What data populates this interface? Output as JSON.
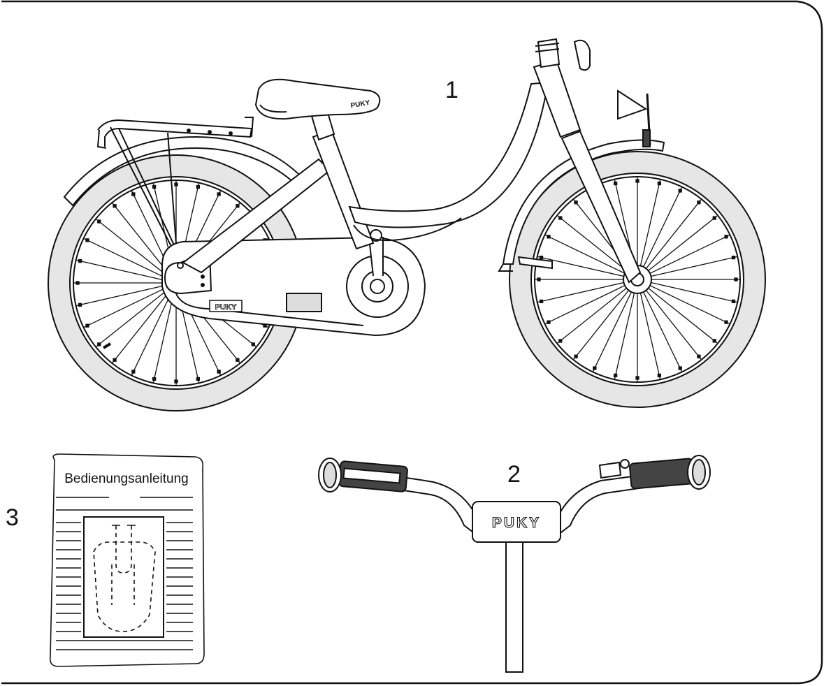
{
  "labels": {
    "bicycle": "1",
    "handlebar": "2",
    "manual": "3"
  },
  "manual": {
    "title": "Bedienungsanleitung"
  },
  "brand": {
    "handlebar_plate": "PUKY",
    "chainguard": "PUKY",
    "saddle": "PUKY"
  },
  "colors": {
    "line": "#111111",
    "tire": "#e6e6e6",
    "background": "#ffffff"
  }
}
